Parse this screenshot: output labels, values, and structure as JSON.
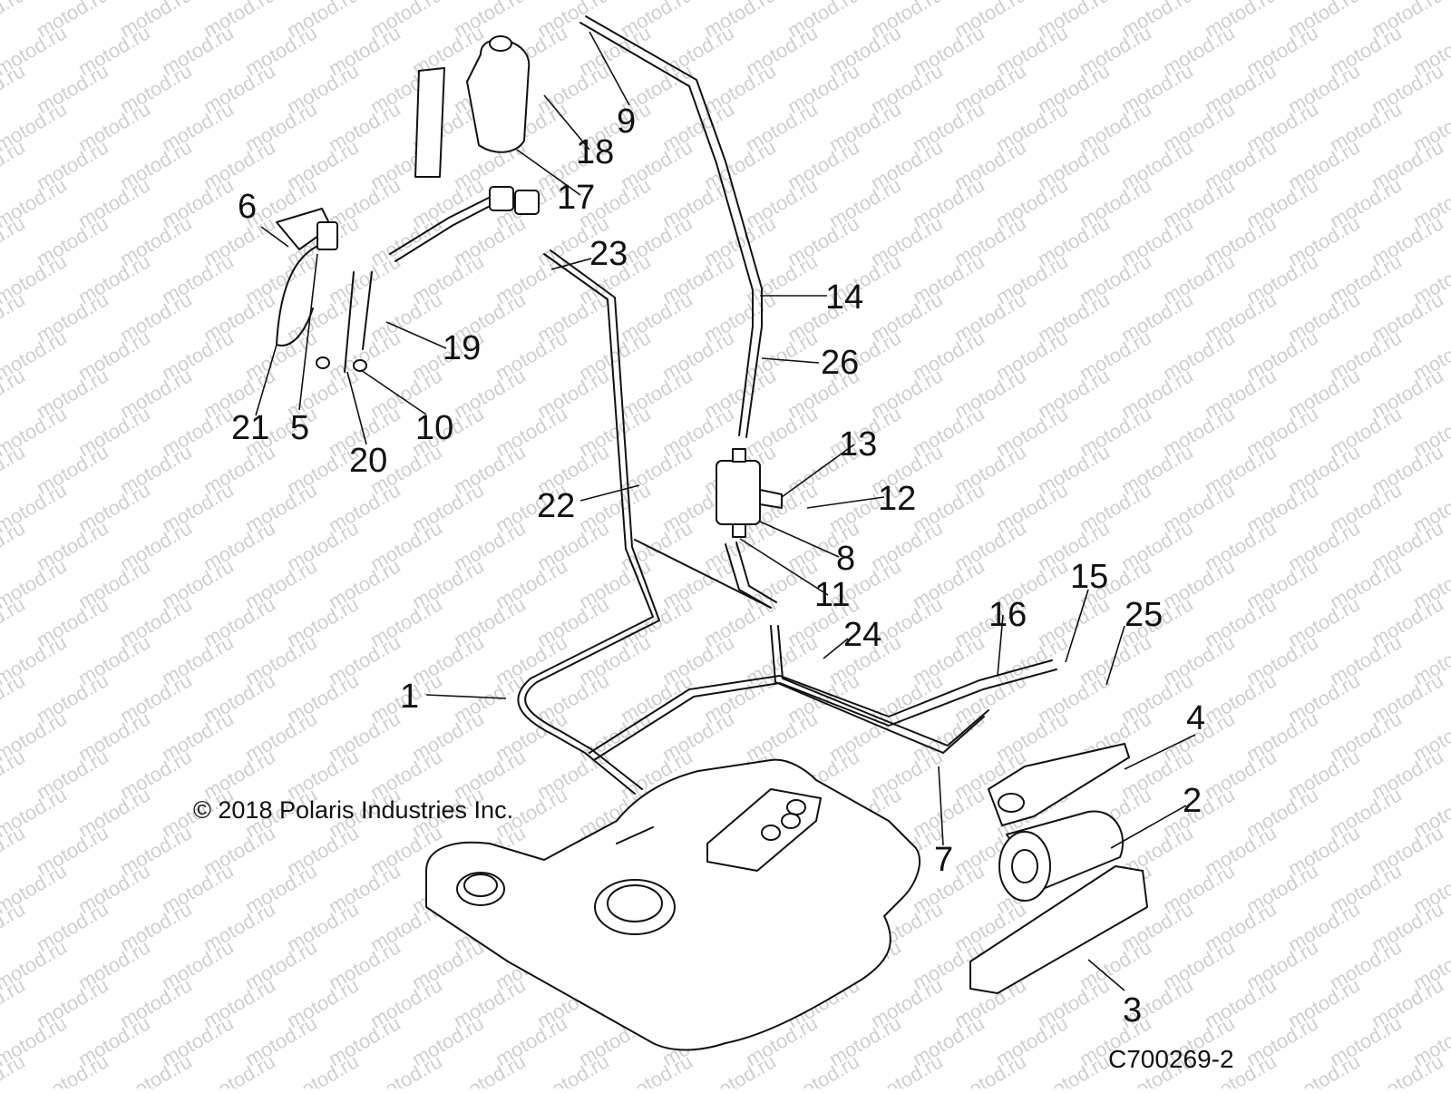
{
  "watermark": "motod.ru",
  "copyright": "© 2018 Polaris Industries Inc.",
  "diagram_code": "C700269-2",
  "callouts": [
    "1",
    "2",
    "3",
    "4",
    "5",
    "6",
    "7",
    "8",
    "9",
    "10",
    "11",
    "12",
    "13",
    "14",
    "15",
    "16",
    "17",
    "18",
    "19",
    "20",
    "21",
    "22",
    "23",
    "24",
    "25",
    "26"
  ]
}
